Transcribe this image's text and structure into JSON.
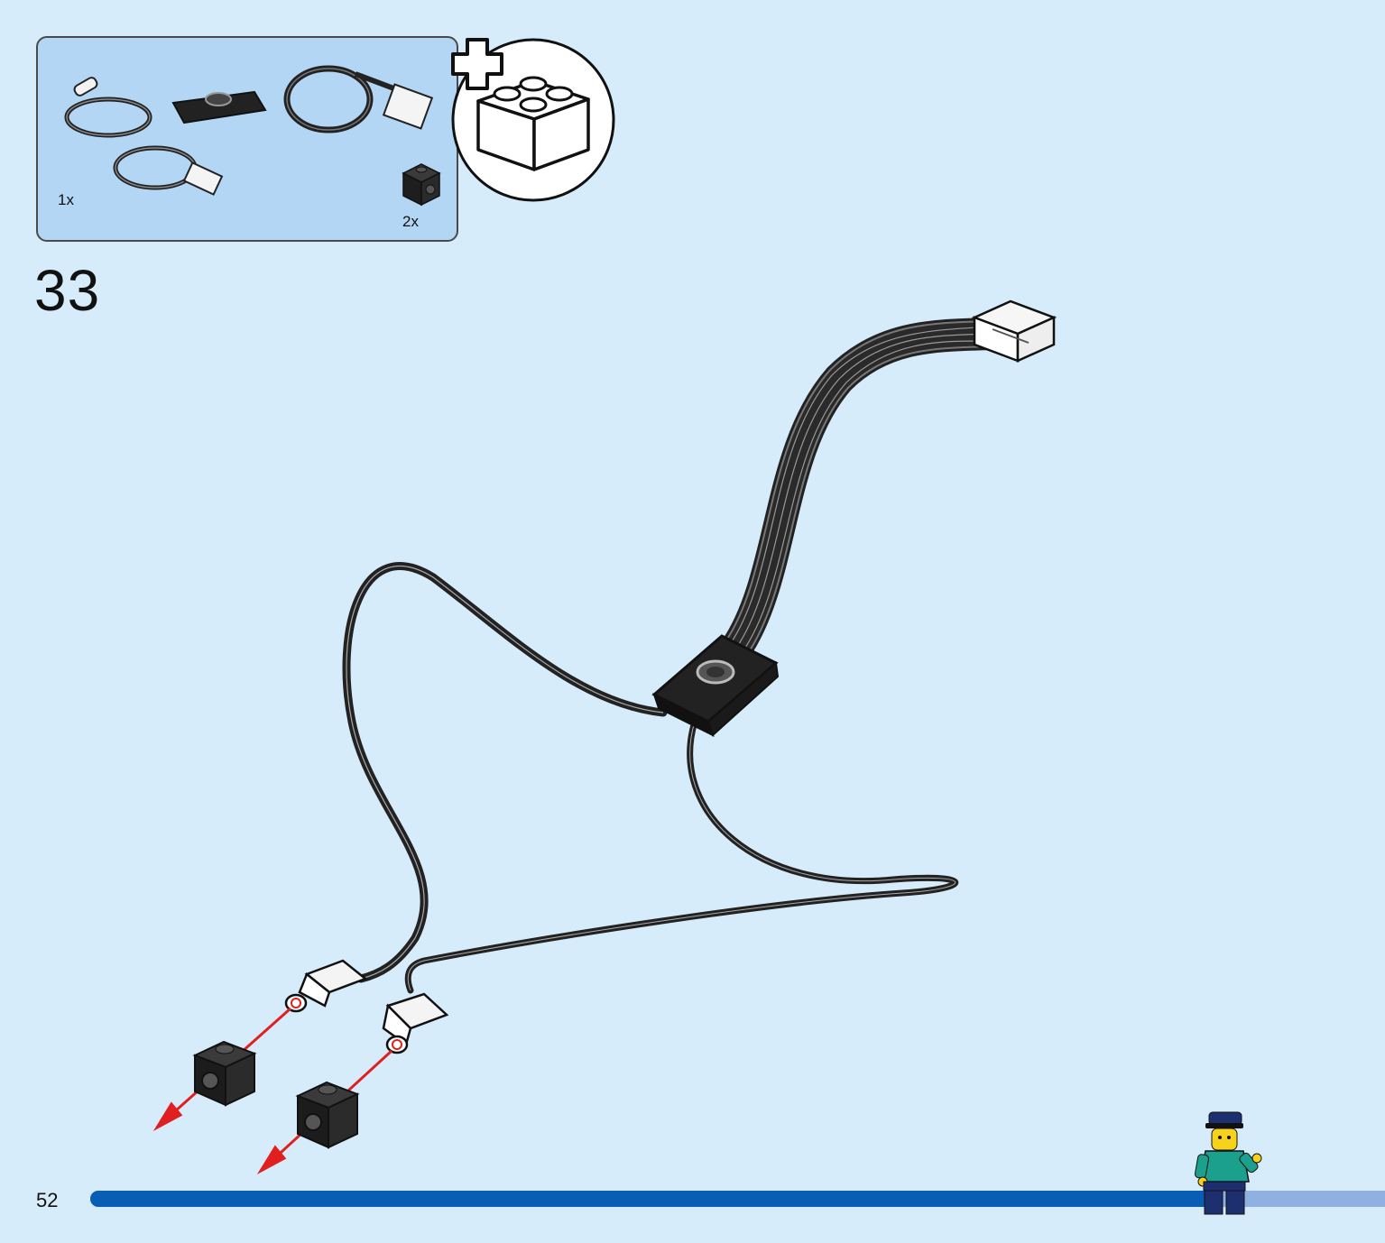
{
  "parts_list": {
    "items": [
      {
        "icon": "wire-hub-icon",
        "quantity": "1x"
      },
      {
        "icon": "black-technic-brick-icon",
        "quantity": "2x"
      }
    ],
    "bonus_icon": "add-brick-icon"
  },
  "step": {
    "number": "33"
  },
  "footer": {
    "page_number": "52",
    "progress": 0.87
  },
  "colors": {
    "background": "#d6ecfb",
    "parts_box": "#b3d6f5",
    "progress_fill": "#0a5db5",
    "progress_track": "#8fb0e0",
    "arrow": "#e02020"
  }
}
